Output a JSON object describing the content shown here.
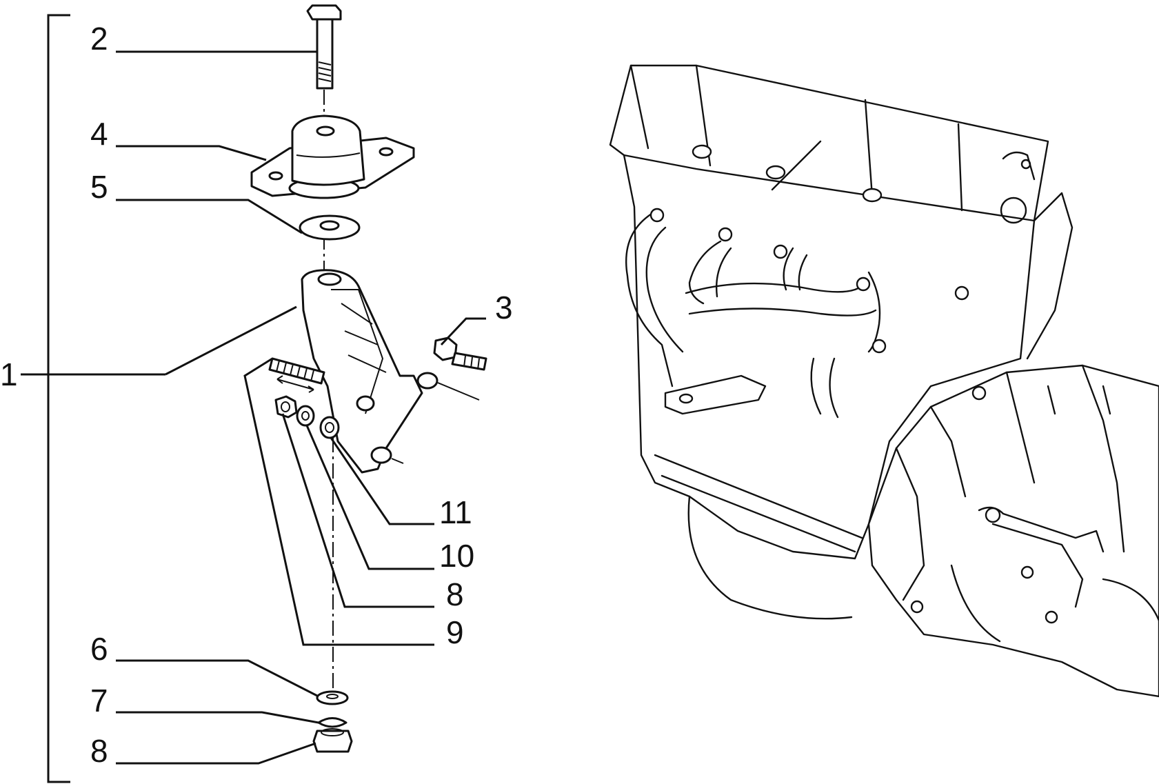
{
  "diagram": {
    "callouts": [
      {
        "id": "1",
        "label": "1"
      },
      {
        "id": "2",
        "label": "2"
      },
      {
        "id": "3",
        "label": "3"
      },
      {
        "id": "4",
        "label": "4"
      },
      {
        "id": "5",
        "label": "5"
      },
      {
        "id": "6",
        "label": "6"
      },
      {
        "id": "7",
        "label": "7"
      },
      {
        "id": "8a",
        "label": "8"
      },
      {
        "id": "8b",
        "label": "8"
      },
      {
        "id": "9",
        "label": "9"
      },
      {
        "id": "10",
        "label": "10"
      },
      {
        "id": "11",
        "label": "11"
      }
    ]
  }
}
